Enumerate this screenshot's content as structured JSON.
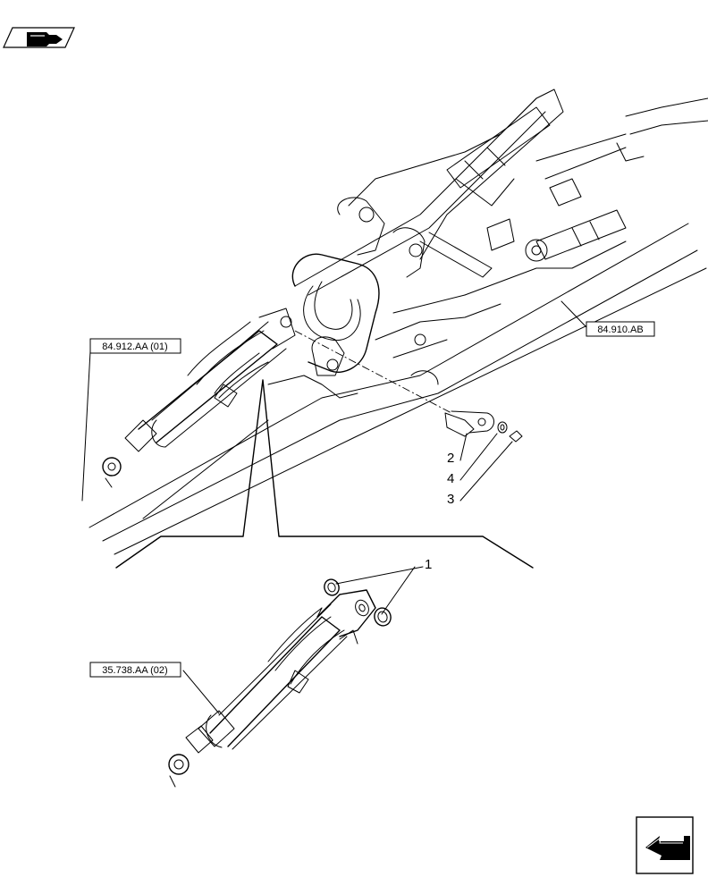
{
  "nav": {
    "top_left_icon": "book-forward-icon",
    "bottom_right_icon": "next-page-arrow-icon"
  },
  "callouts": {
    "ref_84912": "84.912.AA (01)",
    "ref_84910": "84.910.AB",
    "ref_35738": "35.738.AA (02)"
  },
  "item_numbers": {
    "n1": "1",
    "n2": "2",
    "n3": "3",
    "n4": "4"
  }
}
